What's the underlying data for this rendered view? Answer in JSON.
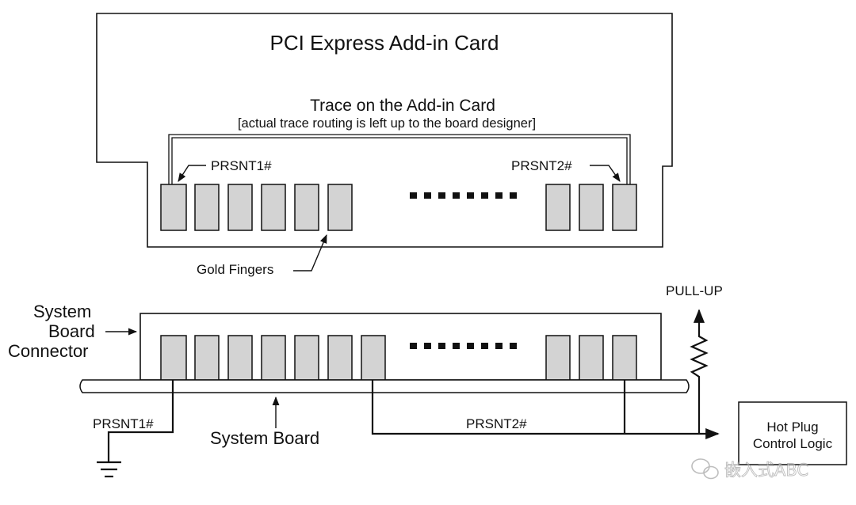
{
  "card": {
    "title": "PCI Express Add-in Card",
    "trace_title": "Trace on the Add-in Card",
    "trace_note": "[actual trace routing is left up to the board designer]",
    "prsnt1_label": "PRSNT1#",
    "prsnt2_label": "PRSNT2#",
    "gold_fingers_label": "Gold Fingers"
  },
  "connector": {
    "label_line1": "System",
    "label_line2": "Board",
    "label_line3": "Connector"
  },
  "board": {
    "label": "System Board",
    "prsnt1_label": "PRSNT1#",
    "prsnt2_label": "PRSNT2#",
    "pullup_label": "PULL-UP"
  },
  "hotplug": {
    "line1": "Hot Plug",
    "line2": "Control Logic"
  },
  "watermark": {
    "text": "嵌入式ABC"
  },
  "colors": {
    "line": "#111111",
    "finger_fill": "#d3d3d3",
    "background": "#ffffff"
  }
}
